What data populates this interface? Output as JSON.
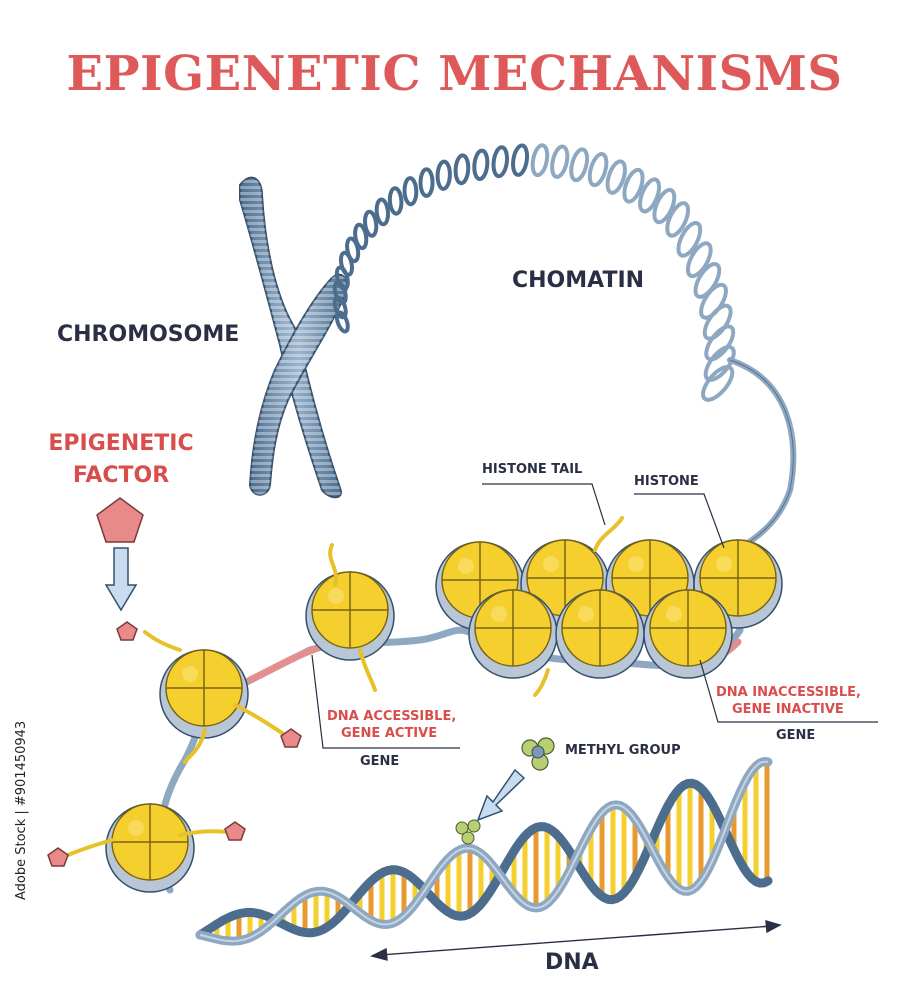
{
  "title": "EPIGENETIC MECHANISMS",
  "labels": {
    "chromosome": "CHROMOSOME",
    "chromatin": "CHOMATIN",
    "epigenetic_factor": "EPIGENETIC FACTOR",
    "histone_tail": "HISTONE TAIL",
    "histone": "HISTONE",
    "dna_accessible_line1": "DNA ACCESSIBLE,",
    "dna_accessible_line2": "GENE ACTIVE",
    "gene_left": "GENE",
    "dna_inaccessible_line1": "DNA INACCESSIBLE,",
    "dna_inaccessible_line2": "GENE INACTIVE",
    "gene_right": "GENE",
    "methyl_group": "METHYL GROUP",
    "dna": "DNA"
  },
  "watermark": "Adobe Stock | #901450943",
  "colors": {
    "title": "#de5a5a",
    "label_dark": "#2b2f45",
    "label_red": "#d94d4d",
    "histone_yellow": "#f5cf2e",
    "histone_rim": "#b8c6d6",
    "dna_strand": "#8fa8c2",
    "chromosome": "#6a8bab",
    "factor_pink": "#e88a8a",
    "methyl_green": "#b9cf73",
    "base_orange": "#e99a2e"
  },
  "icons": [
    "pentagon-factor-icon",
    "arrow-down-icon",
    "methyl-cluster-icon",
    "double-arrow-icon"
  ]
}
